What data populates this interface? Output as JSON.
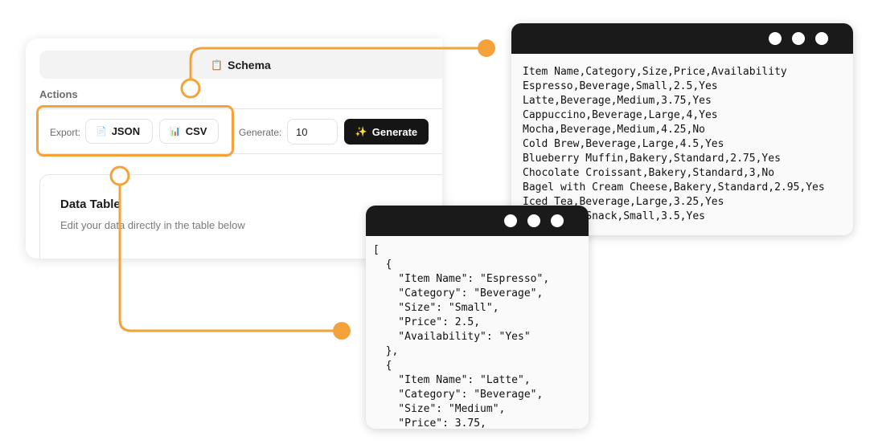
{
  "app": {
    "schema_tab": {
      "icon": "clipboard-icon",
      "label": "Schema"
    },
    "actions_label": "Actions",
    "export_label": "Export:",
    "export_json": {
      "icon": "document-icon",
      "label": "JSON"
    },
    "export_csv": {
      "icon": "bar-chart-icon",
      "label": "CSV"
    },
    "generate_label": "Generate:",
    "generate_count": "10",
    "generate_button": {
      "icon": "sparkles-icon",
      "label": "Generate"
    },
    "data_table": {
      "title": "Data Table",
      "subtitle": "Edit your data directly in the table below"
    }
  },
  "csv_window": {
    "lines": [
      "Item Name,Category,Size,Price,Availability",
      "Espresso,Beverage,Small,2.5,Yes",
      "Latte,Beverage,Medium,3.75,Yes",
      "Cappuccino,Beverage,Large,4,Yes",
      "Mocha,Beverage,Medium,4.25,No",
      "Cold Brew,Beverage,Large,4.5,Yes",
      "Blueberry Muffin,Bakery,Standard,2.75,Yes",
      "Chocolate Croissant,Bakery,Standard,3,No",
      "Bagel with Cream Cheese,Bakery,Standard,2.95,Yes",
      "Iced Tea,Beverage,Large,3.25,Yes",
      "Fruit Cup,Snack,Small,3.5,Yes"
    ]
  },
  "json_window": {
    "text": "[\n  {\n    \"Item Name\": \"Espresso\",\n    \"Category\": \"Beverage\",\n    \"Size\": \"Small\",\n    \"Price\": 2.5,\n    \"Availability\": \"Yes\"\n  },\n  {\n    \"Item Name\": \"Latte\",\n    \"Category\": \"Beverage\",\n    \"Size\": \"Medium\",\n    \"Price\": 3.75,"
  },
  "colors": {
    "accent": "#f6a23a",
    "titlebar": "#1a1a1a"
  }
}
